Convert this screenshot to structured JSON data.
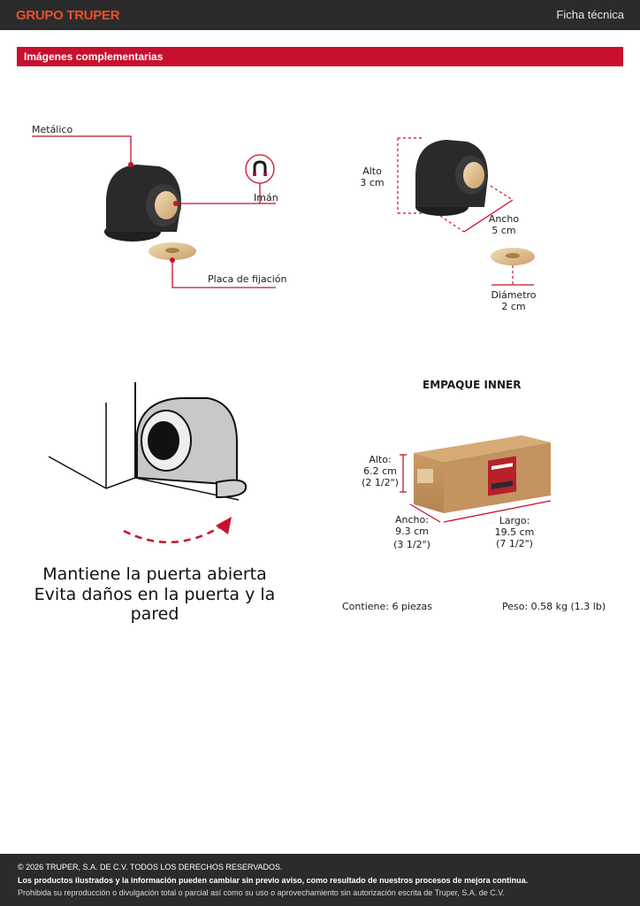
{
  "header": {
    "brand": "GRUPO TRUPER",
    "title": "Ficha técnica"
  },
  "section": {
    "title": "Imágenes complementarias"
  },
  "callouts": {
    "metalico": "Metálico",
    "iman": "Imán",
    "placa": "Placa de fijación"
  },
  "dimensions": {
    "alto_label": "Alto",
    "alto_value": "3 cm",
    "ancho_label": "Ancho",
    "ancho_value": "5 cm",
    "diametro_label": "Diámetro",
    "diametro_value": "2 cm"
  },
  "slogan": {
    "line1": "Mantiene la puerta abierta",
    "line2": "Evita daños en la puerta y la pared"
  },
  "package": {
    "title": "EMPAQUE INNER",
    "alto_label": "Alto:",
    "alto_cm": "6.2 cm",
    "alto_in": "(2 1/2\")",
    "ancho_label": "Ancho:",
    "ancho_cm": "9.3 cm",
    "ancho_in": "(3 1/2\")",
    "largo_label": "Largo:",
    "largo_cm": "19.5 cm",
    "largo_in": "(7 1/2\")",
    "contiene": "Contiene: 6 piezas",
    "peso": "Peso: 0.58 kg (1.3 lb)"
  },
  "footer": {
    "copyright": "© 2026 TRUPER, S.A. DE C.V. TODOS LOS DERECHOS RESERVADOS.",
    "notice": "Los productos ilustrados y la información pueden cambiar sin previo aviso, como resultado de nuestros procesos de mejora continua.",
    "prohibition": "Prohibida su reproducción o divulgación total o parcial así como su uso o aprovechamiento sin autorización escrita de Truper, S.A. de C.V."
  },
  "colors": {
    "accent": "#c8102e",
    "brand": "#e8502a",
    "dark": "#2b2b2b"
  }
}
